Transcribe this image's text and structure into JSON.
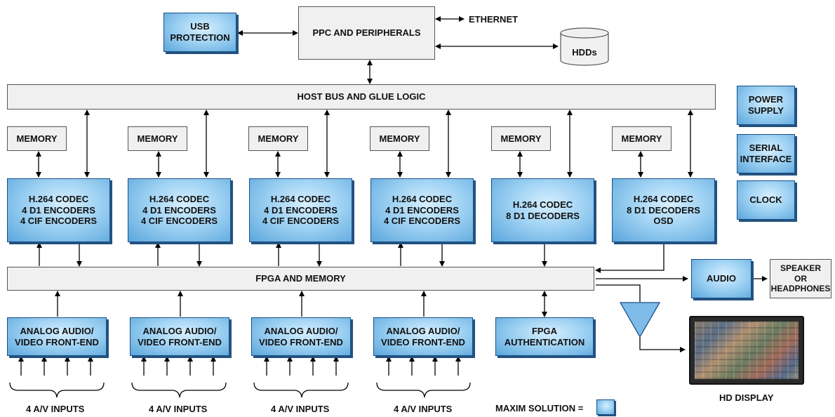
{
  "blocks": {
    "usb_protection": "USB\nPROTECTION",
    "ppc": "PPC AND PERIPHERALS",
    "ethernet": "ETHERNET",
    "hdds": "HDDs",
    "host_bus": "HOST BUS AND GLUE LOGIC",
    "power_supply": "POWER\nSUPPLY",
    "serial_interface": "SERIAL\nINTERFACE",
    "clock": "CLOCK",
    "fpga_memory": "FPGA AND MEMORY",
    "audio": "AUDIO",
    "speaker": "SPEAKER\nOR\nHEADPHONES",
    "fpga_auth": "FPGA\nAUTHENTICATION",
    "hd_display": "HD DISPLAY"
  },
  "memory": [
    "MEMORY",
    "MEMORY",
    "MEMORY",
    "MEMORY",
    "MEMORY",
    "MEMORY"
  ],
  "codecs": [
    "H.264 CODEC\n4 D1 ENCODERS\n4 CIF ENCODERS",
    "H.264 CODEC\n4 D1 ENCODERS\n4 CIF ENCODERS",
    "H.264 CODEC\n4 D1 ENCODERS\n4 CIF ENCODERS",
    "H.264 CODEC\n4 D1 ENCODERS\n4 CIF ENCODERS",
    "H.264 CODEC\n8 D1 DECODERS",
    "H.264 CODEC\n8 D1 DECODERS\nOSD"
  ],
  "frontends": [
    "ANALOG AUDIO/\nVIDEO FRONT-END",
    "ANALOG AUDIO/\nVIDEO FRONT-END",
    "ANALOG AUDIO/\nVIDEO FRONT-END",
    "ANALOG AUDIO/\nVIDEO FRONT-END"
  ],
  "inputs": [
    "4 A/V INPUTS",
    "4 A/V INPUTS",
    "4 A/V INPUTS",
    "4 A/V INPUTS"
  ],
  "legend": {
    "label": "MAXIM SOLUTION ="
  },
  "colors": {
    "maxim_block": "#9fd2f3",
    "maxim_border": "#1a4f86",
    "generic_block": "#f0f0f0",
    "line": "#000000"
  }
}
